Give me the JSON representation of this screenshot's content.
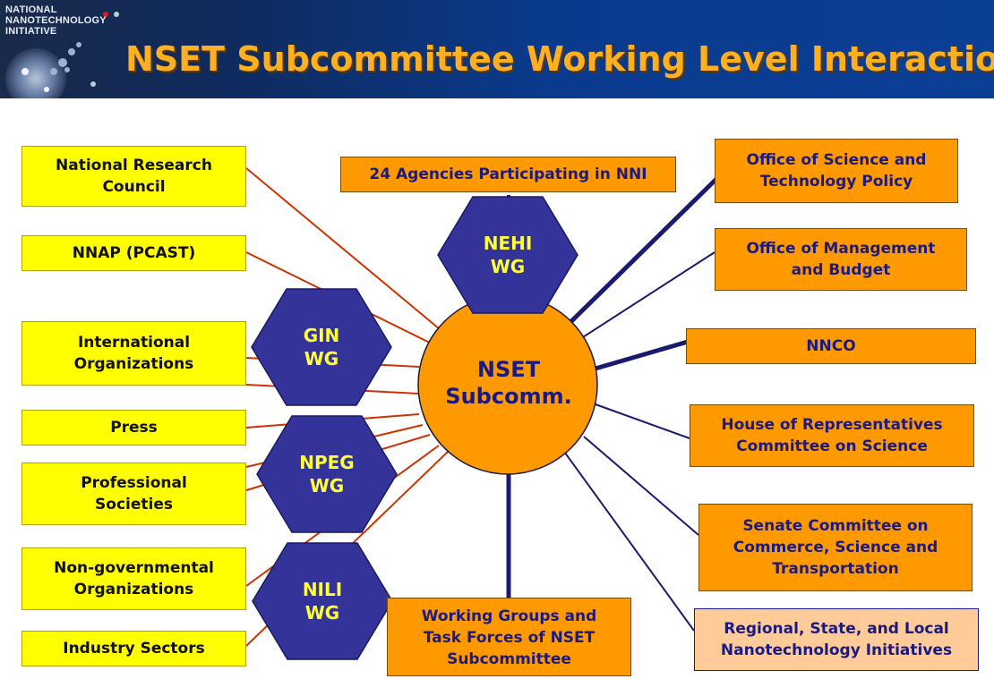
{
  "header": {
    "logo_lines": [
      "NATIONAL",
      "NANOTECHNOLOGY",
      "INITIATIVE"
    ],
    "title": "NSET Subcommittee Working Level Interactions"
  },
  "center": {
    "label_line1": "NSET",
    "label_line2": "Subcomm."
  },
  "left_boxes": [
    {
      "line1": "National Research",
      "line2": "Council"
    },
    {
      "line1": "NNAP (PCAST)",
      "line2": ""
    },
    {
      "line1": "International",
      "line2": "Organizations"
    },
    {
      "line1": "Press",
      "line2": ""
    },
    {
      "line1": "Professional",
      "line2": "Societies"
    },
    {
      "line1": "Non-governmental",
      "line2": "Organizations"
    },
    {
      "line1": "Industry Sectors",
      "line2": ""
    }
  ],
  "top_box": {
    "line1": "24 Agencies Participating in NNI"
  },
  "bottom_box": {
    "line1": "Working Groups and",
    "line2": "Task Forces of NSET",
    "line3": "Subcommittee"
  },
  "right_boxes": [
    {
      "line1": "Office of Science and",
      "line2": "Technology Policy"
    },
    {
      "line1": "Office of Management",
      "line2": "and Budget"
    },
    {
      "line1": "NNCO",
      "line2": ""
    },
    {
      "line1": "House of Representatives",
      "line2": "Committee on Science"
    },
    {
      "line1": "Senate Committee on",
      "line2": "Commerce, Science and",
      "line3": "Transportation"
    },
    {
      "line1": "Regional, State, and Local",
      "line2": "Nanotechnology Initiatives"
    }
  ],
  "working_groups": [
    {
      "line1": "NEHI",
      "line2": "WG"
    },
    {
      "line1": "GIN",
      "line2": "WG"
    },
    {
      "line1": "NPEG",
      "line2": "WG"
    },
    {
      "line1": "NILI",
      "line2": "WG"
    }
  ],
  "colors": {
    "yellow_box": "#ffff00",
    "orange_box": "#ff9900",
    "peach_box": "#ffcc99",
    "hexagon": "#333399",
    "hex_text": "#ffff33",
    "navy_text": "#1a1a80",
    "red_line": "#cc3300",
    "navy_line": "#1a1a6e",
    "title_color": "#ffb020"
  }
}
